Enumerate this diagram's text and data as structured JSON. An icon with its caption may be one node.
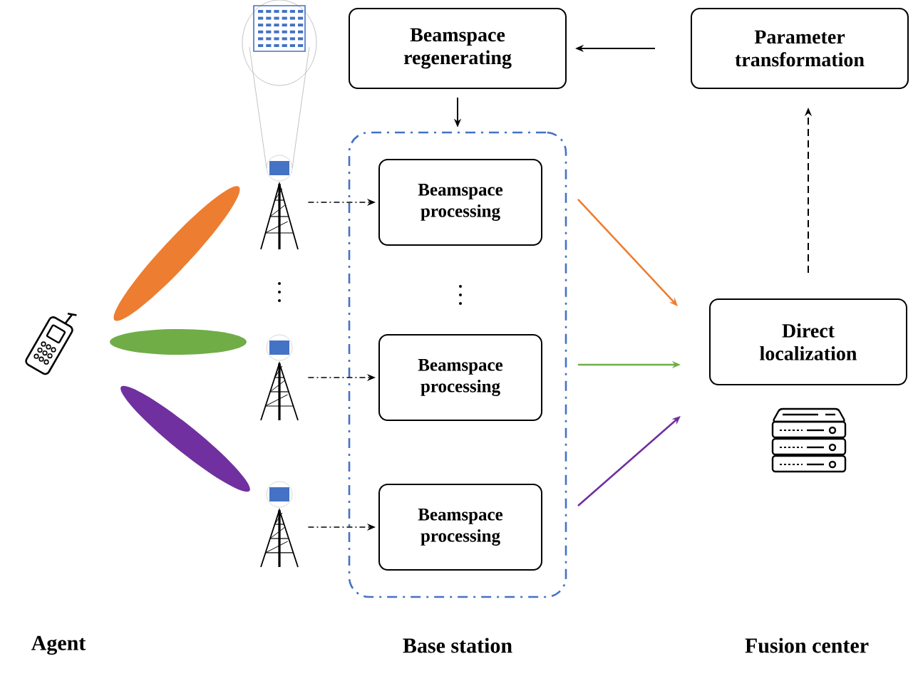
{
  "diagram": {
    "nodes": [
      {
        "text": [
          "Beamspace regenerating"
        ]
      },
      {
        "text": [
          "Parameter transformation"
        ]
      },
      {
        "text": [],
        "shape": "box"
      },
      {
        "text": [
          "Beamspace processing"
        ],
        "in": 2
      },
      {
        "text": [
          "Beamspace processing"
        ],
        "in": 2
      },
      {
        "text": [
          "Beamspace processing"
        ],
        "in": 2
      },
      {
        "text": [
          "Direct localization"
        ]
      },
      {
        "text": [],
        "shape": "picture"
      },
      {
        "text": [],
        "shape": "picture"
      },
      {
        "text": [],
        "shape": "picture"
      }
    ],
    "edges": [
      {
        "from": 1,
        "to": 0,
        "arrow": "to"
      },
      {
        "from": 0,
        "to": 2,
        "arrow": "to"
      },
      {
        "from": 7,
        "to": 3,
        "arrow": "to",
        "style": "dashed"
      },
      {
        "from": 8,
        "to": 4,
        "arrow": "to",
        "style": "dashed"
      },
      {
        "from": 9,
        "to": 5,
        "arrow": "to",
        "style": "dashed"
      },
      {
        "from": 3,
        "to": 6,
        "arrow": "to",
        "color": "#ed7d31"
      },
      {
        "from": 4,
        "to": 6,
        "arrow": "to",
        "color": "#70ad47"
      },
      {
        "from": 5,
        "to": 6,
        "arrow": "to",
        "color": "#7030a0"
      },
      {
        "from": 6,
        "to": 1,
        "arrow": "to",
        "style": "dashed"
      }
    ],
    "labels": [
      "Agent",
      "Base station",
      "Fusion center"
    ]
  }
}
